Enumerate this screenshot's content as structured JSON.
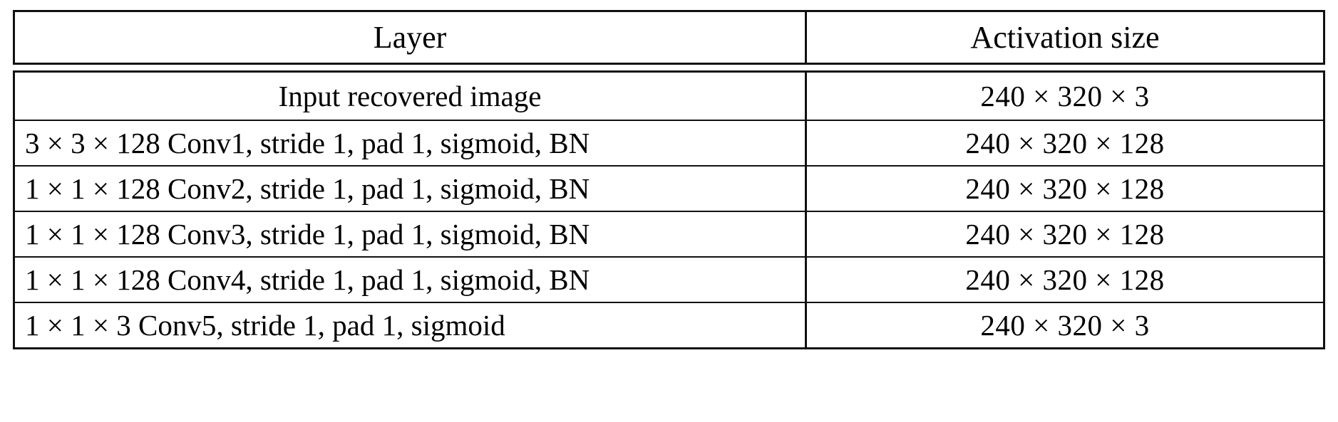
{
  "figure": {
    "kind": "latex-table",
    "columns": 2
  },
  "table": {
    "headers": {
      "layer": "Layer",
      "activation_size": "Activation size"
    },
    "rows": [
      {
        "layer": "Input recovered image",
        "layer_align": "center",
        "activation_size": "240 × 320 × 3"
      },
      {
        "layer": "3 × 3 × 128 Conv1, stride 1, pad 1, sigmoid, BN",
        "layer_align": "left",
        "activation_size": "240 × 320 × 128"
      },
      {
        "layer": "1 × 1 × 128 Conv2, stride 1, pad 1, sigmoid, BN",
        "layer_align": "left",
        "activation_size": "240 × 320 × 128"
      },
      {
        "layer": "1 × 1 × 128 Conv3, stride 1, pad 1, sigmoid, BN",
        "layer_align": "left",
        "activation_size": "240 × 320 × 128"
      },
      {
        "layer": "1 × 1 × 128 Conv4, stride 1, pad 1, sigmoid, BN",
        "layer_align": "left",
        "activation_size": "240 × 320 × 128"
      },
      {
        "layer": "1 × 1 × 3 Conv5, stride 1, pad 1, sigmoid",
        "layer_align": "left",
        "activation_size": "240 × 320 × 3"
      }
    ]
  },
  "colors": {
    "rule": "#111111",
    "text": "#000000",
    "background": "#ffffff"
  }
}
